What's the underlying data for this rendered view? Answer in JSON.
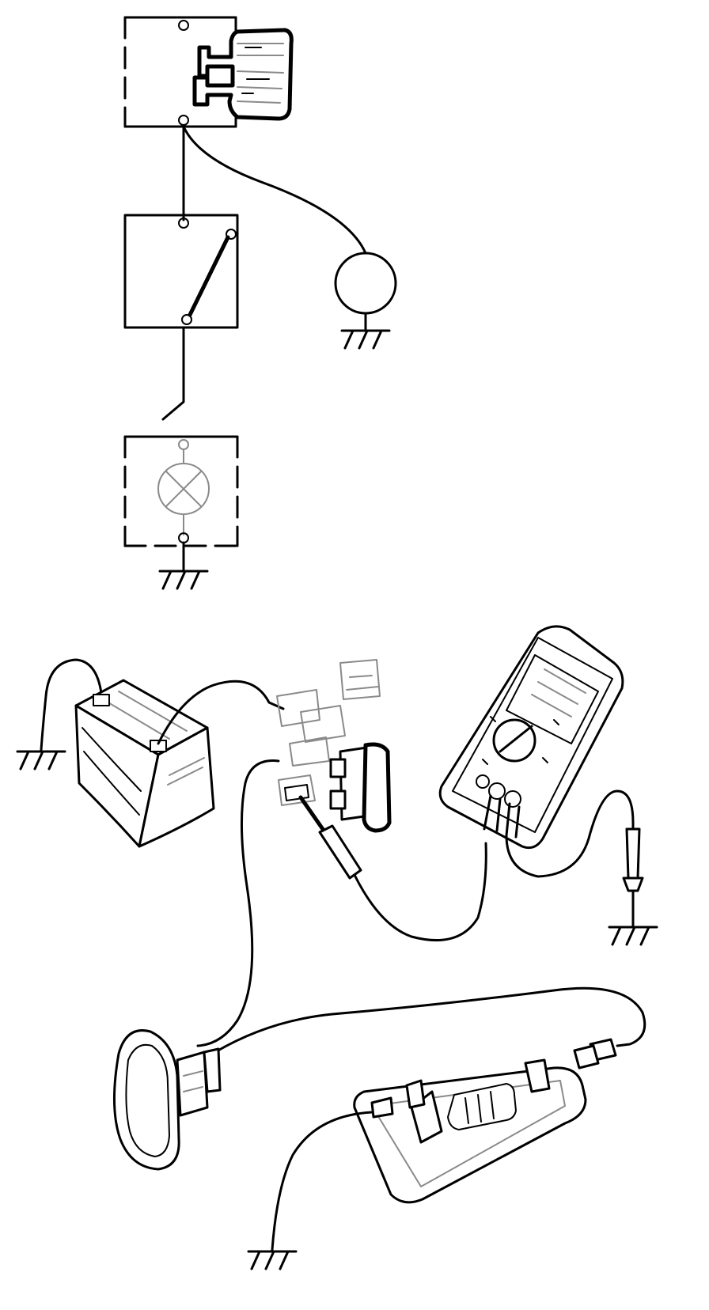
{
  "diagram": {
    "type": "wiring-test-illustration",
    "colors": {
      "ink": "#000000",
      "faint": "#8a8a8a",
      "background": "#ffffff"
    },
    "schematic": {
      "components": [
        "fuse-box",
        "switch",
        "lamp-circle",
        "lamp-box",
        "ground-symbol"
      ]
    },
    "pictorial": {
      "components": [
        "battery",
        "fuse-box",
        "fuse",
        "multimeter",
        "test-probe",
        "switch-housing",
        "lamp-unit",
        "connector",
        "ground-symbol"
      ]
    }
  }
}
